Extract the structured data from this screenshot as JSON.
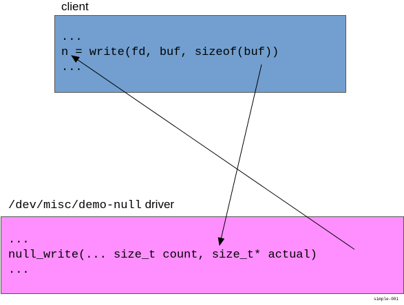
{
  "client": {
    "label": "client",
    "fill": "#729fcf",
    "code_lines": [
      "...",
      "n = write(fd, buf, sizeof(buf))",
      "..."
    ]
  },
  "driver": {
    "label_path": "/dev/misc/demo-null",
    "label_suffix": " driver",
    "fill": "#ff8fff",
    "code_lines": [
      "...",
      "null_write(... size_t count, size_t* actual)",
      "..."
    ]
  },
  "footnote": "simple-001",
  "edges": [
    {
      "from": "client-call-sizeof-buf",
      "to": "driver-param-count"
    },
    {
      "from": "driver-param-actual",
      "to": "client-var-n"
    }
  ]
}
